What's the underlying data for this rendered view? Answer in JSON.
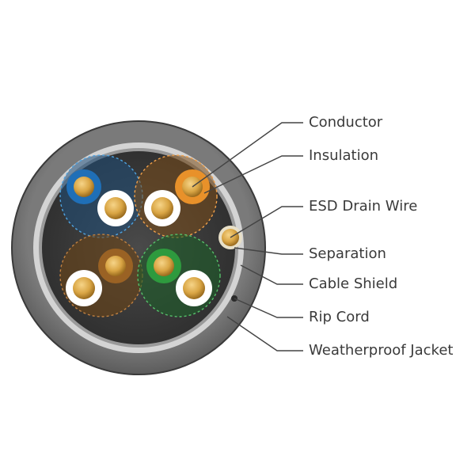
{
  "labels": {
    "conductor": "Conductor",
    "insulation": "Insulation",
    "esd_drain_wire": "ESD Drain Wire",
    "separation": "Separation",
    "cable_shield": "Cable Shield",
    "rip_cord": "Rip Cord",
    "weatherproof_jacket": "Weatherproof Jacket"
  },
  "pairs": [
    {
      "color_name": "blue",
      "color": "#1f6fb7"
    },
    {
      "color_name": "orange",
      "color": "#e8912a"
    },
    {
      "color_name": "brown",
      "color": "#9a6224"
    },
    {
      "color_name": "green",
      "color": "#2e9a3e"
    }
  ],
  "colors": {
    "jacket": "#707070",
    "shield": "#cfcfcf",
    "core": "#3c3c3c",
    "conductor": "#d9a544",
    "leader_line": "#444444"
  }
}
